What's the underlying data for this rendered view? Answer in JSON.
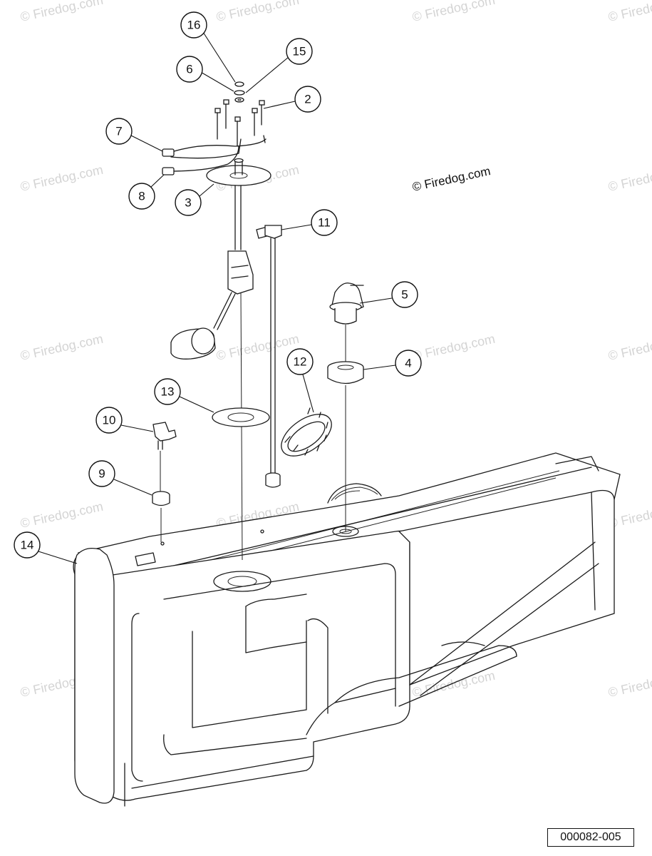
{
  "watermark_text": "© Firedog.com",
  "copyright_text": "© Firedog.com",
  "reference_number": "000082-005",
  "callouts": [
    {
      "label": "16"
    },
    {
      "label": "15"
    },
    {
      "label": "6"
    },
    {
      "label": "2"
    },
    {
      "label": "7"
    },
    {
      "label": "8"
    },
    {
      "label": "3"
    },
    {
      "label": "11"
    },
    {
      "label": "5"
    },
    {
      "label": "12"
    },
    {
      "label": "4"
    },
    {
      "label": "13"
    },
    {
      "label": "10"
    },
    {
      "label": "9"
    },
    {
      "label": "14"
    }
  ]
}
